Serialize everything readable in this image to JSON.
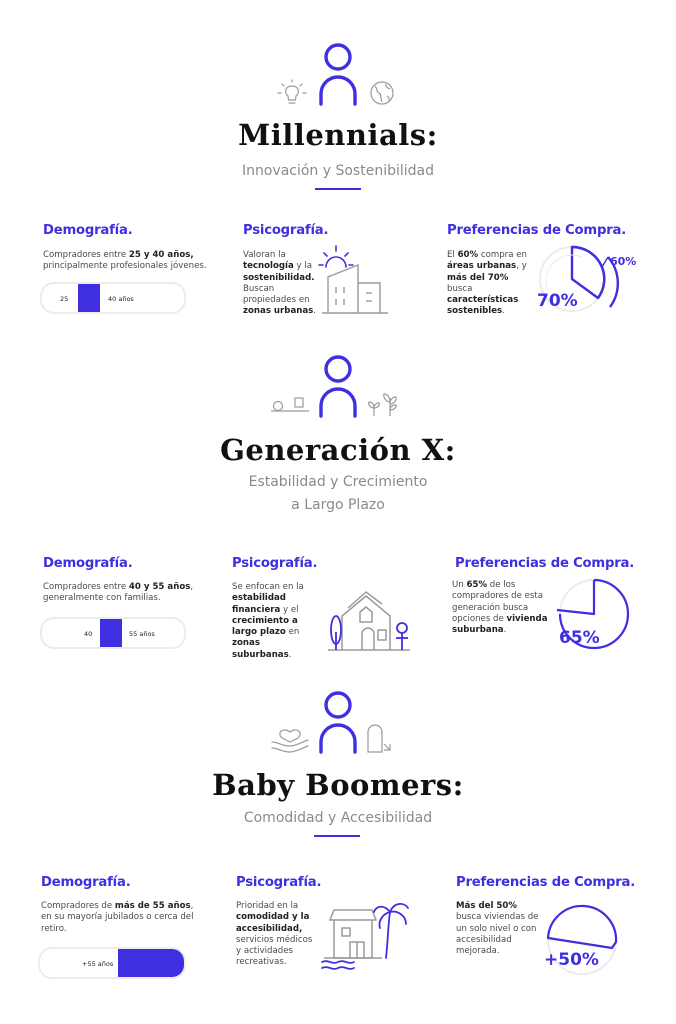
{
  "colors": {
    "accent": "#3f2fe0",
    "track": "#ececec",
    "text": "#4a4a4a",
    "icon": "#9a9a9a"
  },
  "headings": {
    "demografia": "Demografía.",
    "psicografia": "Psicografía.",
    "preferencias": "Preferencias de Compra."
  },
  "sections": [
    {
      "title": "Millennials:",
      "subtitle": [
        "Innovación y Sostenibilidad"
      ],
      "demografia": {
        "parts": [
          "Compradores entre ",
          "25 y 40 años,",
          " principalmente profesionales jóvenes."
        ],
        "bar_start": "25",
        "bar_end": "40 años"
      },
      "psicografia": {
        "parts": [
          "Valoran la ",
          "tecnología",
          " y la ",
          "sostenibilidad.",
          " Buscan propiedades en ",
          "zonas urbanas",
          "."
        ]
      },
      "preferencias": {
        "parts": [
          "El ",
          "60%",
          " compra en ",
          "áreas urbanas",
          ", y ",
          "más del 70%",
          " busca ",
          "características sostenibles",
          "."
        ],
        "pct_main": "70%",
        "pct_secondary": "60%"
      },
      "icons": [
        "lightbulb-icon",
        "person-icon",
        "globe-icon",
        "city-buildings-sun-icon"
      ]
    },
    {
      "title": "Generación X:",
      "subtitle": [
        "Estabilidad y Crecimiento",
        "a Largo Plazo"
      ],
      "demografia": {
        "parts": [
          "Compradores entre ",
          "40 y 55 años",
          ", generalmente con familias."
        ],
        "bar_start": "40",
        "bar_end": "55 años"
      },
      "psicografia": {
        "parts": [
          "Se enfocan en la ",
          "estabilidad financiera",
          " y el ",
          "crecimiento a largo plazo",
          " en ",
          "zonas suburbanas",
          "."
        ]
      },
      "preferencias": {
        "parts": [
          " Un ",
          "65%",
          " de los compradores de esta generación busca opciones de ",
          "vivienda suburbana",
          "."
        ],
        "pct_main": "65%"
      },
      "icons": [
        "balance-scale-icon",
        "person-icon",
        "plant-growth-icon",
        "suburban-house-icon"
      ]
    },
    {
      "title": "Baby Boomers:",
      "subtitle": [
        "Comodidad y Accesibilidad"
      ],
      "demografia": {
        "parts": [
          "Compradores de ",
          "más de 55 años",
          ", en su mayoría jubilados o cerca del retiro."
        ],
        "bar_end": "+55 años"
      },
      "psicografia": {
        "parts": [
          "Prioridad en la ",
          "comodidad y la accesibilidad,",
          " servicios médicos y actividades recreativas."
        ]
      },
      "preferencias": {
        "parts": [
          "Más del 50%",
          " busca viviendas de un solo nivel o con accesibilidad mejorada."
        ],
        "pct_main": "+50%"
      },
      "icons": [
        "caring-hands-icon",
        "person-icon",
        "accessible-door-icon",
        "beach-house-palm-icon"
      ]
    }
  ]
}
